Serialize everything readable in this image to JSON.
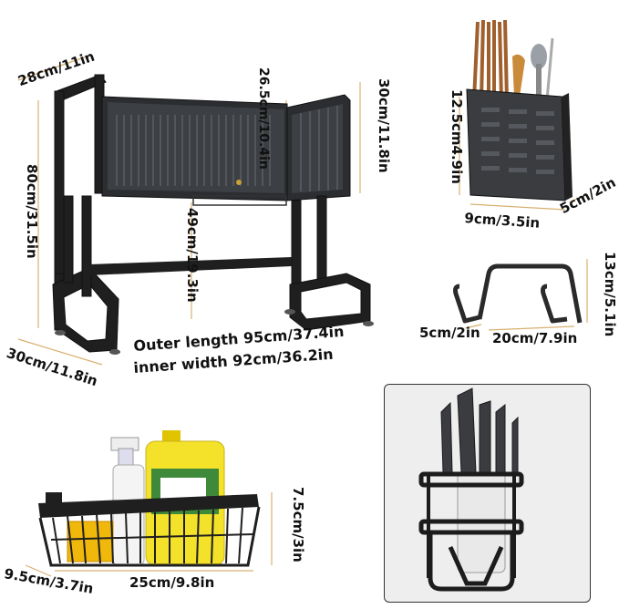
{
  "main_rack": {
    "depth_label": "28cm/11in",
    "height_label": "80cm/31.5in",
    "cabinet_height_label": "26.5cm/10.4in",
    "side_height_label": "30cm/11.8in",
    "inner_height_label": "49cm/19.3in",
    "base_depth_label": "30cm/11.8in",
    "outer_length_label": "Outer length 95cm/37.4in",
    "inner_width_label": "inner width 92cm/36.2in"
  },
  "utensil_holder": {
    "height_label": "12.5cm4.9in",
    "width_label": "9cm/3.5in",
    "depth_label": "5cm/2in"
  },
  "hook": {
    "height_label": "13cm/5.1in",
    "depth_label": "5cm/2in",
    "width_label": "20cm/7.9in"
  },
  "basket": {
    "height_label": "7.5cm/3in",
    "depth_label": "9.5cm/3.7in",
    "width_label": "25cm/9.8in"
  },
  "colors": {
    "frame": "#1f1f1f",
    "dimension_line": "#d8b070",
    "chopsticks": "#a0602e",
    "bottle_yellow": "#f4e12a"
  },
  "icons": [
    "shelf-rack",
    "utensil-holder",
    "hook-bar",
    "knife-block",
    "wire-basket",
    "spray-bottle",
    "detergent-jug"
  ]
}
